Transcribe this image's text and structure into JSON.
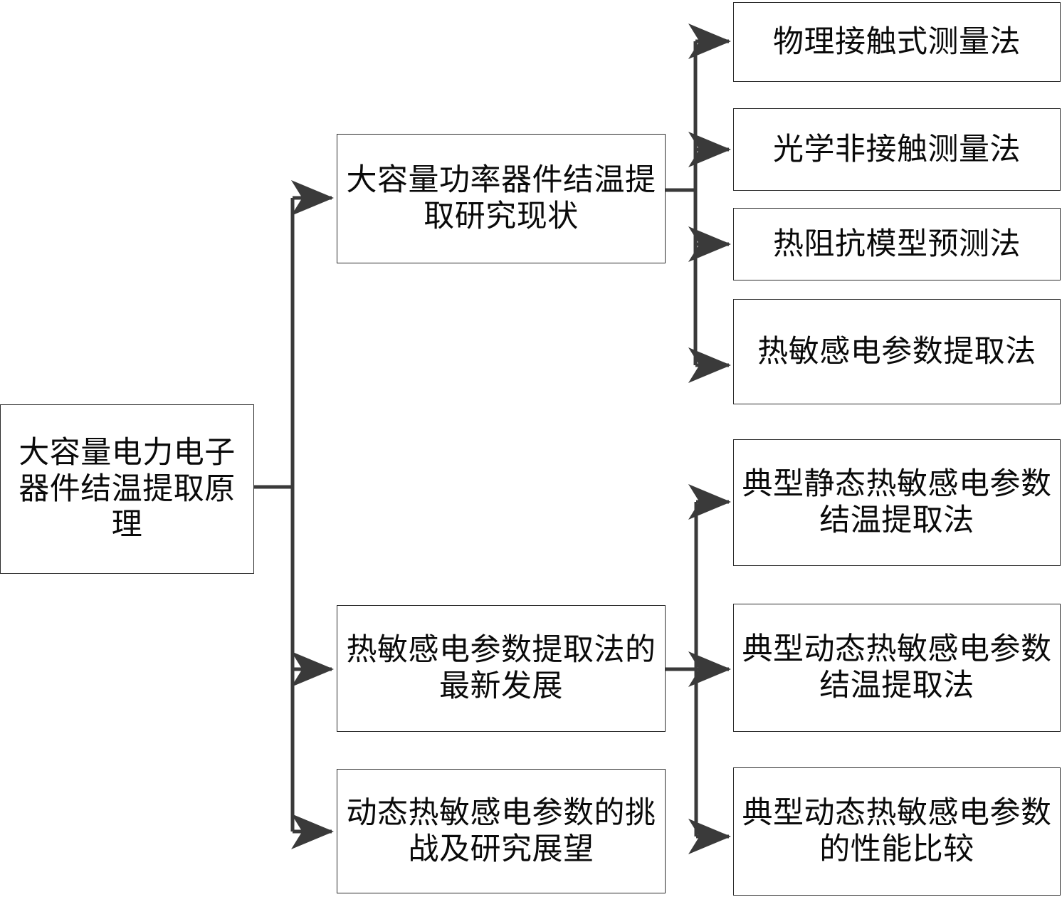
{
  "diagram": {
    "type": "flowchart-tree",
    "orientation": "left-to-right",
    "language": "zh-CN",
    "colors": {
      "box_border": "#2b2b2b",
      "box_fill": "#ffffff",
      "connector": "#3a3a3a",
      "text": "#0a0a0a"
    },
    "root": {
      "label": "大容量电力电子器件结温提取原理"
    },
    "level2": [
      {
        "label": "大容量功率器件结温提取研究现状"
      },
      {
        "label": "热敏感电参数提取法的最新发展"
      },
      {
        "label": "动态热敏感电参数的挑战及研究展望"
      }
    ],
    "leaves": [
      {
        "label": "物理接触式测量法",
        "parent": "大容量功率器件结温提取研究现状"
      },
      {
        "label": "光学非接触测量法",
        "parent": "大容量功率器件结温提取研究现状"
      },
      {
        "label": "热阻抗模型预测法",
        "parent": "大容量功率器件结温提取研究现状"
      },
      {
        "label": "热敏感电参数提取法",
        "parent": "大容量功率器件结温提取研究现状"
      },
      {
        "label": "典型静态热敏感电参数结温提取法",
        "parent": "热敏感电参数提取法的最新发展"
      },
      {
        "label": "典型动态热敏感电参数结温提取法",
        "parent": "热敏感电参数提取法的最新发展"
      },
      {
        "label": "典型动态热敏感电参数的性能比较",
        "parent": "热敏感电参数提取法的最新发展"
      }
    ]
  }
}
